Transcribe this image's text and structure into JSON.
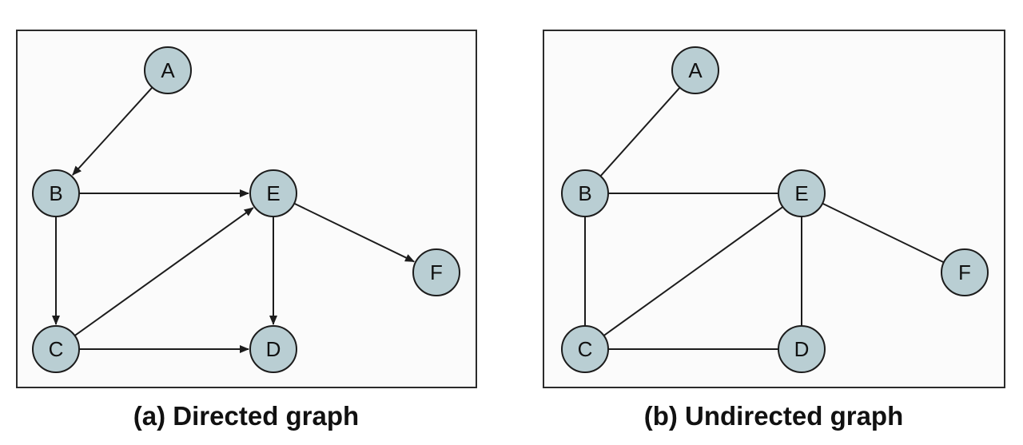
{
  "panels": [
    {
      "caption": "(a) Directed graph",
      "directed": true,
      "nodes": [
        {
          "id": "A",
          "label": "A"
        },
        {
          "id": "B",
          "label": "B"
        },
        {
          "id": "C",
          "label": "C"
        },
        {
          "id": "D",
          "label": "D"
        },
        {
          "id": "E",
          "label": "E"
        },
        {
          "id": "F",
          "label": "F"
        }
      ],
      "edges": [
        {
          "from": "A",
          "to": "B"
        },
        {
          "from": "B",
          "to": "E"
        },
        {
          "from": "B",
          "to": "C"
        },
        {
          "from": "C",
          "to": "E"
        },
        {
          "from": "C",
          "to": "D"
        },
        {
          "from": "E",
          "to": "D"
        },
        {
          "from": "E",
          "to": "F"
        }
      ]
    },
    {
      "caption": "(b) Undirected graph",
      "directed": false,
      "nodes": [
        {
          "id": "A",
          "label": "A"
        },
        {
          "id": "B",
          "label": "B"
        },
        {
          "id": "C",
          "label": "C"
        },
        {
          "id": "D",
          "label": "D"
        },
        {
          "id": "E",
          "label": "E"
        },
        {
          "id": "F",
          "label": "F"
        }
      ],
      "edges": [
        {
          "from": "A",
          "to": "B"
        },
        {
          "from": "B",
          "to": "E"
        },
        {
          "from": "B",
          "to": "C"
        },
        {
          "from": "C",
          "to": "E"
        },
        {
          "from": "C",
          "to": "D"
        },
        {
          "from": "E",
          "to": "D"
        },
        {
          "from": "E",
          "to": "F"
        }
      ]
    }
  ],
  "colors": {
    "node_fill": "#b9ced3",
    "stroke": "#1c1c1c",
    "frame_fill": "#fbfbfb"
  }
}
